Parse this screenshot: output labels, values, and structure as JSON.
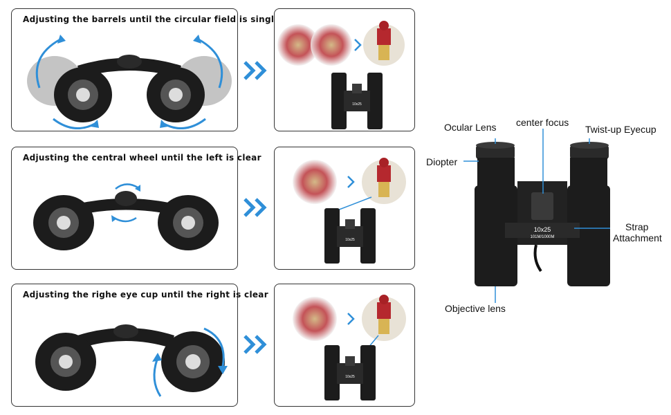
{
  "steps": [
    {
      "title": "Adjusting the barrels until the circular field is single"
    },
    {
      "title": "Adjusting the central wheel until the left is clear"
    },
    {
      "title": "Adjusting the righe eye cup until the right is clear"
    }
  ],
  "binocular_imprint": {
    "model": "10x25",
    "spec": "101M/1000M"
  },
  "parts": {
    "ocular_lens": "Ocular Lens",
    "center_focus": "center focus",
    "twist_up_eyecup": "Twist-up Eyecup",
    "diopter": "Diopter",
    "strap_attachment_line1": "Strap",
    "strap_attachment_line2": "Attachment",
    "objective_lens": "Objective lens"
  },
  "colors": {
    "arrow_blue": "#2f8fd8",
    "panel_border": "#333333",
    "binocular_body": "#1c1c1c",
    "jersey_red": "#b5282e"
  },
  "icons": [
    "rotate-arrow-icon",
    "double-chevron-icon",
    "focus-pointer-icon"
  ]
}
